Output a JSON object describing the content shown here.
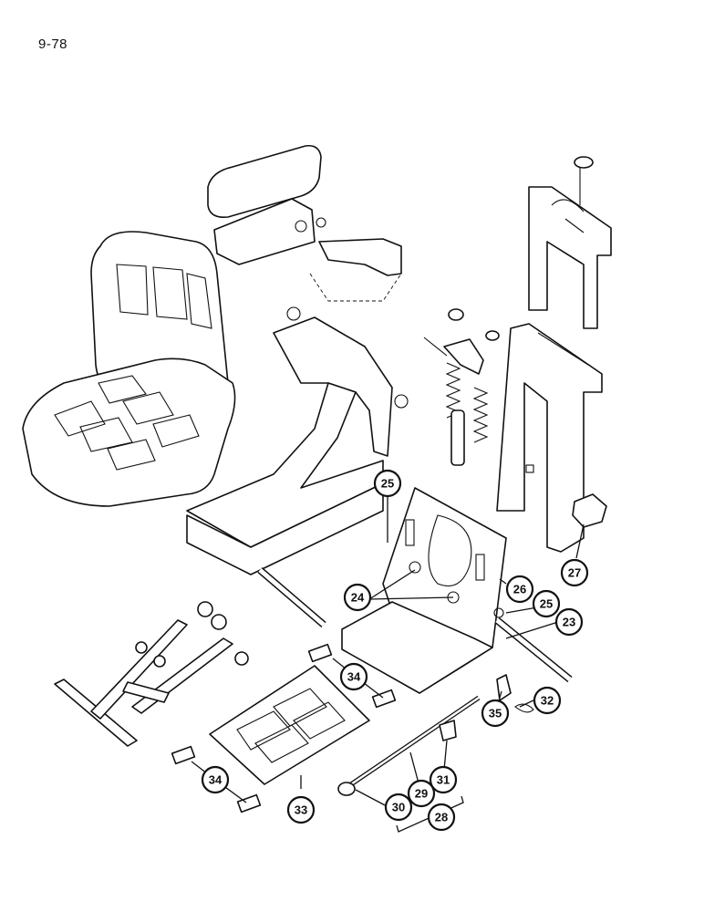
{
  "page": {
    "number": "9-78"
  },
  "callouts": [
    "25",
    "27",
    "24",
    "26",
    "25",
    "23",
    "34",
    "32",
    "35",
    "31",
    "29",
    "34",
    "30",
    "28",
    "33"
  ]
}
